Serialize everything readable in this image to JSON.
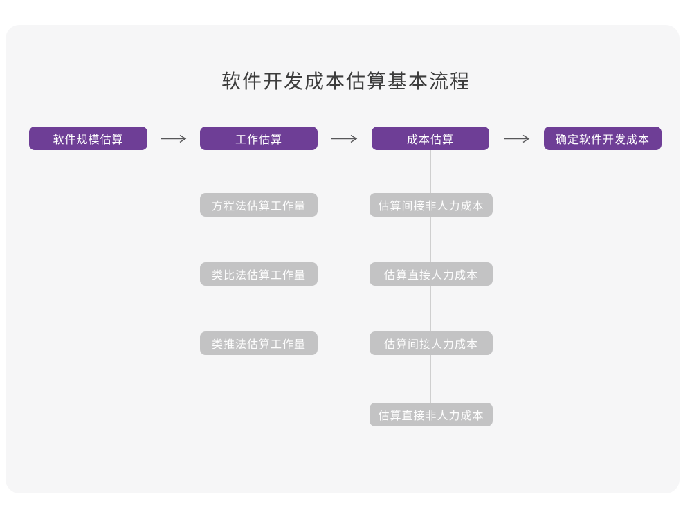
{
  "title": "软件开发成本估算基本流程",
  "colors": {
    "accent_purple": "#6e3e96",
    "node_gray": "#c3c3c4",
    "card_background": "#f6f6f7",
    "connector_line": "#cfcfcf",
    "arrow_stroke": "#58585a",
    "title_text": "#3d3d3d",
    "node_text": "#ffffff"
  },
  "flow": {
    "main_steps": [
      {
        "label": "软件规模估算"
      },
      {
        "label": "工作估算"
      },
      {
        "label": "成本估算"
      },
      {
        "label": "确定软件开发成本"
      }
    ],
    "work_estimation_methods": [
      {
        "label": "方程法估算工作量"
      },
      {
        "label": "类比法估算工作量"
      },
      {
        "label": "类推法估算工作量"
      }
    ],
    "cost_estimation_steps": [
      {
        "label": "估算间接非人力成本"
      },
      {
        "label": "估算直接人力成本"
      },
      {
        "label": "估算间接人力成本"
      },
      {
        "label": "估算直接非人力成本"
      }
    ]
  }
}
